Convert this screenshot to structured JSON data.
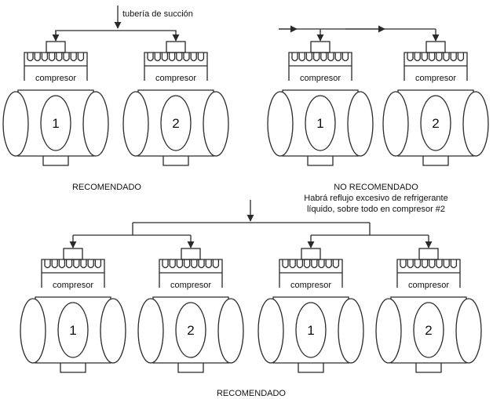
{
  "labels": {
    "suction_line": "tubería de succión",
    "compressor": "compresor",
    "recommended": "RECOMENDADO",
    "not_recommended": "NO RECOMENDADO",
    "warning_line1": "Habrá reflujo excesivo de refrigerante",
    "warning_line2": "líquido, sobre todo en compresor #2"
  },
  "panels": {
    "top_left": {
      "compressors": [
        "1",
        "2"
      ],
      "caption": "RECOMENDADO"
    },
    "top_right": {
      "compressors": [
        "1",
        "2"
      ],
      "caption": "NO RECOMENDADO"
    },
    "bottom": {
      "compressors": [
        "1",
        "2",
        "1",
        "2"
      ],
      "caption": "RECOMENDADO"
    }
  },
  "colors": {
    "line": "#2a2a2a",
    "text": "#111111",
    "background": "#ffffff"
  }
}
